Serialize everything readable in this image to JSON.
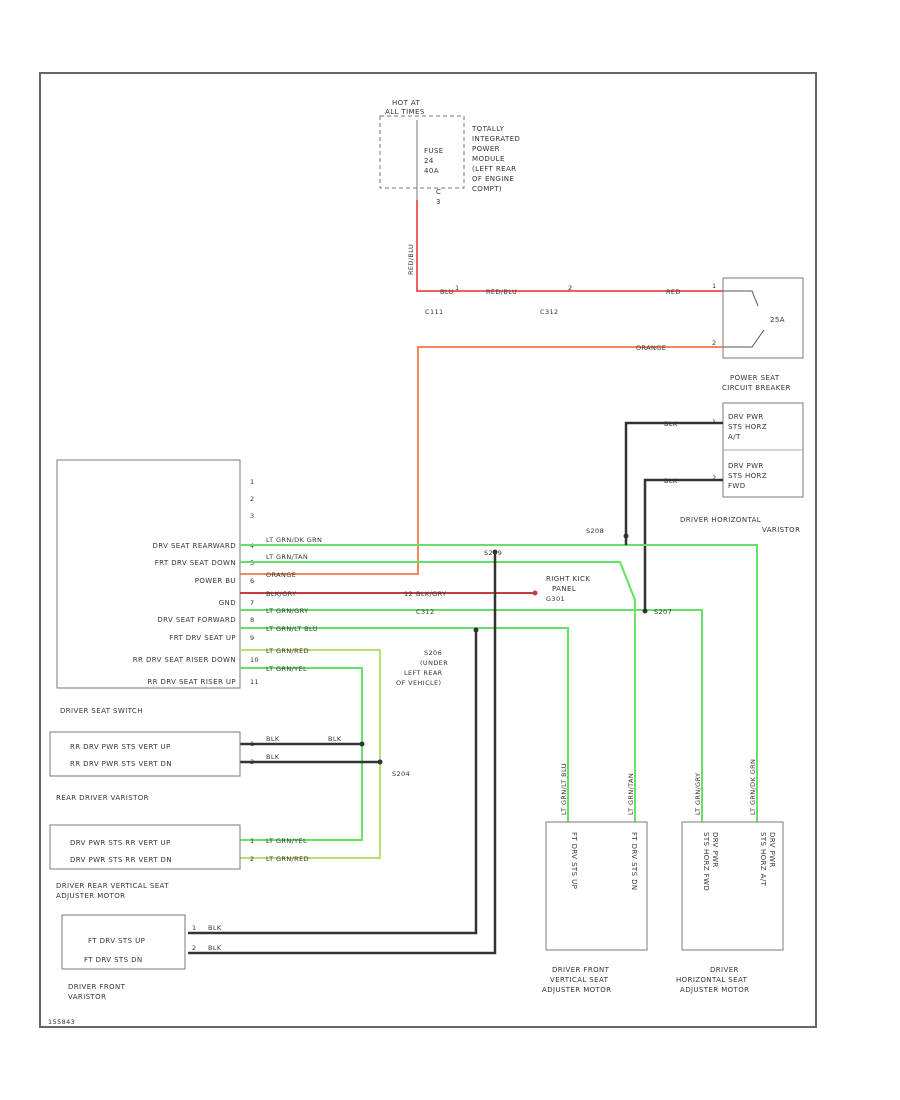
{
  "diagram_id": "155843",
  "fuse_box": {
    "title_lines": [
      "HOT AT",
      "ALL TIMES"
    ],
    "fuse_lines": [
      "FUSE",
      "24",
      "40A"
    ],
    "module_lines": [
      "TOTALLY",
      "INTEGRATED",
      "POWER",
      "MODULE",
      "(LEFT REAR",
      "OF ENGINE",
      "COMPT)"
    ],
    "pin_lines": [
      "C",
      "3"
    ]
  },
  "feed_wire": {
    "vertical_color": "RED/BLU",
    "seg1": "BLU",
    "seg2": "RED/BLU",
    "seg3": "RED",
    "conn1": "C111",
    "conn2": "C312",
    "pin1": "1",
    "pin2": "2",
    "pin3": "1"
  },
  "breaker": {
    "rating": "25A",
    "label_lines": [
      "POWER SEAT",
      "CIRCUIT BREAKER"
    ],
    "orange_wire": "ORANGE",
    "pin_a": "1",
    "pin_b": "2"
  },
  "horizontal_varistor": {
    "lines": [
      "DRV PWR",
      "STS HORZ",
      "A/T",
      "DRV PWR",
      "STS HORZ",
      "FWD"
    ],
    "label_lines": [
      "DRIVER HORIZONTAL",
      "VARISTOR"
    ],
    "wire1": "BLK",
    "wire2": "BLK",
    "pin1": "1",
    "pin2": "2"
  },
  "switch": {
    "pins_top": [
      "1",
      "2",
      "3"
    ],
    "rows": [
      "DRV SEAT REARWARD",
      "FRT DRV SEAT DOWN",
      "POWER BU",
      "GND",
      "DRV SEAT FORWARD",
      "FRT DRV SEAT UP",
      "RR DRV SEAT RISER DOWN",
      "RR DRV SEAT RISER UP"
    ],
    "pin_numbers": [
      "4",
      "5",
      "6",
      "7",
      "8",
      "9",
      "10",
      "11"
    ],
    "wires": [
      "LT GRN/DK GRN",
      "LT GRN/TAN",
      "ORANGE",
      "BLK/GRY",
      "LT GRN/GRY",
      "LT GRN/LT BLU",
      "LT GRN/RED",
      "LT GRN/YEL"
    ],
    "label": "DRIVER SEAT SWITCH"
  },
  "ground": {
    "wire": "BLK/GRY",
    "label_lines": [
      "RIGHT KICK",
      "PANEL",
      "G301"
    ],
    "conn": "C312",
    "pin": "12"
  },
  "splices": {
    "s208": "S208",
    "s209": "S209",
    "s206": "S206",
    "s207": "S207",
    "s212_lines": [
      "S206",
      "(UNDER",
      "LEFT REAR",
      "OF VEHICLE)"
    ],
    "s204": "S204"
  },
  "rear_varistor": {
    "lines": [
      "RR DRV PWR STS VERT UP",
      "RR DRV PWR STS VERT DN"
    ],
    "label": "REAR DRIVER VARISTOR",
    "wire1": "BLK",
    "wire2": "BLK",
    "wire1b": "BLK",
    "pin1": "1",
    "pin2": "2"
  },
  "rear_motor": {
    "lines": [
      "DRV PWR STS RR VERT UP",
      "DRV PWR STS RR VERT DN"
    ],
    "label_lines": [
      "DRIVER REAR VERTICAL SEAT",
      "ADJUSTER MOTOR"
    ],
    "wire1": "LT GRN/YEL",
    "wire2": "LT GRN/RED",
    "pin1": "1",
    "pin2": "2"
  },
  "front_varistor": {
    "lines": [
      "FT DRV STS UP",
      "FT DRV STS DN"
    ],
    "label_lines": [
      "DRIVER FRONT",
      "VARISTOR"
    ],
    "wire1": "BLK",
    "wire2": "BLK",
    "pin1": "1",
    "pin2": "2"
  },
  "front_motor": {
    "col1": "FT DRV STS UP",
    "col2": "FT DRV STS DN",
    "wire_a": "LT GRN/LT BLU",
    "wire_b": "LT GRN/TAN",
    "label_lines": [
      "DRIVER FRONT",
      "VERTICAL SEAT",
      "ADJUSTER MOTOR"
    ]
  },
  "horiz_motor": {
    "col1_lines": [
      "DRV PWR",
      "STS HORZ FWD"
    ],
    "col2_lines": [
      "DRV PWR",
      "STS HORZ A/T"
    ],
    "wire_a": "LT GRN/GRY",
    "wire_b": "LT GRN/DK GRN",
    "label_lines": [
      "DRIVER",
      "HORIZONTAL SEAT",
      "ADJUSTER MOTOR"
    ]
  },
  "colors": {
    "red": "#f06060",
    "orange": "#f08a5a",
    "green": "#66e066",
    "yellow_green": "#b8e070",
    "black": "#333333",
    "dark_red": "#c04040",
    "frame": "#666666"
  }
}
